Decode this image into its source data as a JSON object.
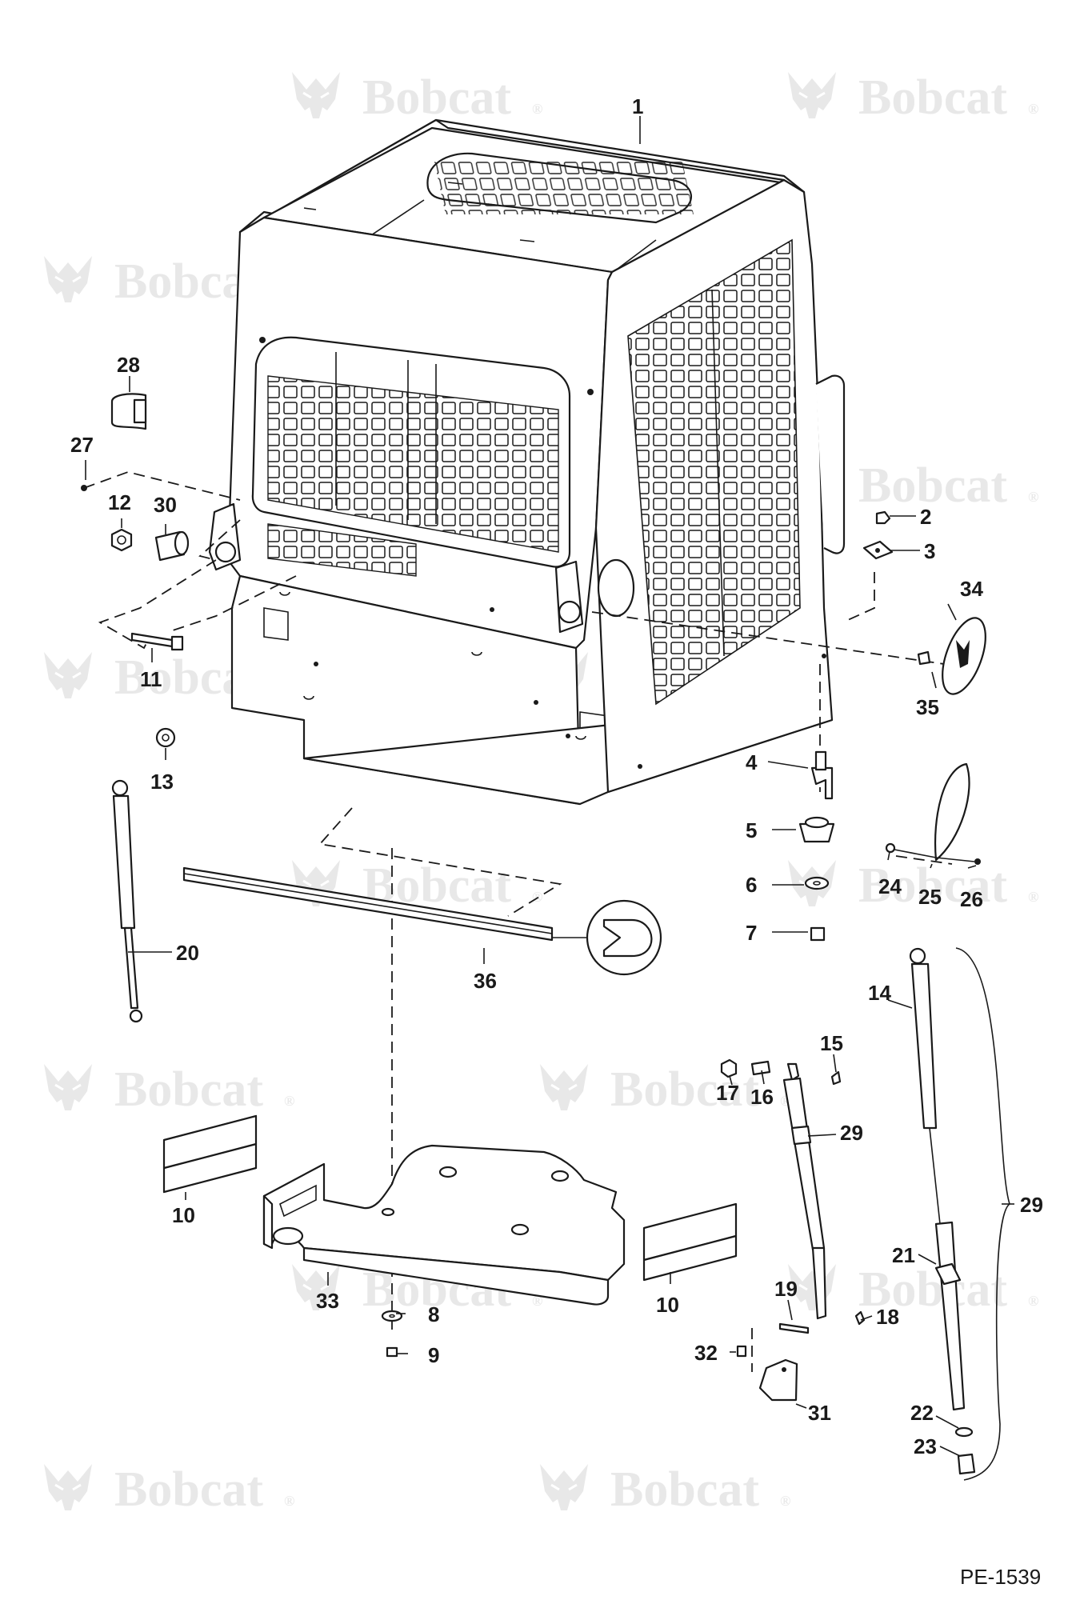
{
  "watermark": {
    "text": "Bobcat",
    "symbol": "®",
    "color": "#e8e8e8"
  },
  "drawing_code": "PE-1539",
  "callouts": [
    "1",
    "2",
    "3",
    "4",
    "5",
    "6",
    "7",
    "8",
    "9",
    "10",
    "10",
    "11",
    "12",
    "13",
    "14",
    "15",
    "16",
    "17",
    "18",
    "19",
    "20",
    "21",
    "22",
    "23",
    "24",
    "25",
    "26",
    "27",
    "28",
    "29",
    "29",
    "30",
    "31",
    "32",
    "33",
    "34",
    "35",
    "36"
  ],
  "icons": [
    "bobcat-logo-icon",
    "seal-detail-icon"
  ],
  "line_color": "#1a1a1a"
}
